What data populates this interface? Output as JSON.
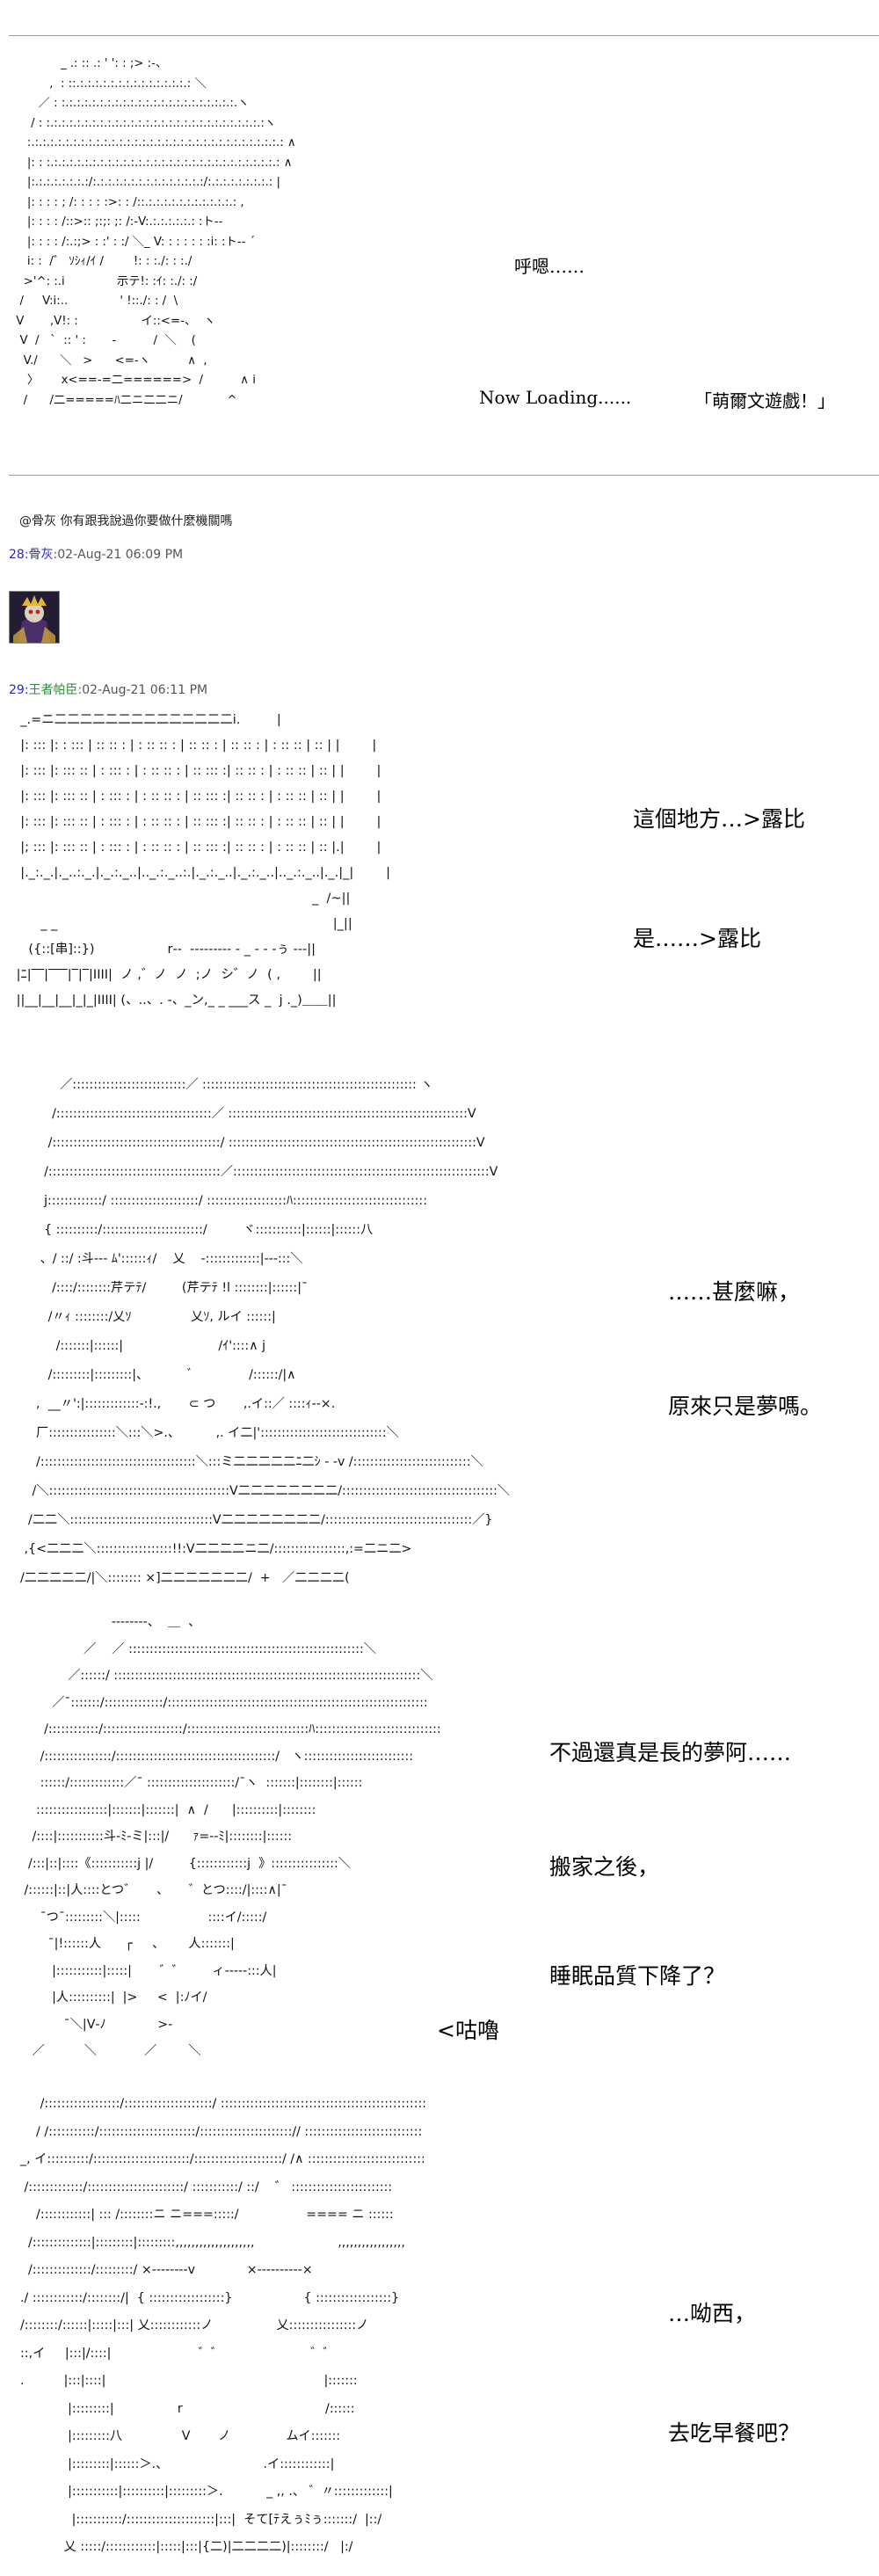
{
  "panels": [
    {
      "captions": [
        "呼嗯……",
        "Now Loading......",
        "「萌爾文遊戲！」"
      ]
    },
    {
      "captions": [
        "這個地方…>露比",
        "是……>露比"
      ]
    },
    {
      "captions": [
        "……甚麼嘛，",
        "原來只是夢嗎。"
      ]
    },
    {
      "captions": [
        "不過還真是長的夢阿……",
        "搬家之後，",
        "睡眠品質下降了？",
        "<咕嚕"
      ]
    },
    {
      "captions": [
        "…呦西，",
        "去吃早餐吧？"
      ]
    }
  ],
  "comment": {
    "text": "@骨灰 你有跟我說過你要做什麼機關嗎"
  },
  "posts": [
    {
      "number": "28:",
      "user": "骨灰",
      "time": ":02-Aug-21 06:09 PM"
    },
    {
      "number": "29:",
      "user": "王者帕臣",
      "time": ":02-Aug-21 06:11 PM"
    }
  ],
  "art": {
    "a1": "             _ .: :: .: ' ': : ;> :-、\n          ,  : ::.:.:.:.:.:.:.:.:.:.:.:.:.:.:.: ＼\n       ／ : :.:.:.:.:.:.:.:.:.:.:.:.:.:.:.:.:.:.:.:.:.:.:.ヽ\n     / : :.:.:.:.:.:.:.:.:.:.:.:.:.:.:.:.:.:.:.:.:.:.:.:.:.:.:.:.:ヽ\n    :.:.:.:.:.:.:.:.:.:.:.:.:.:.:.:.:.:.:.:.:.:.:.:.:.:.:.:.:.:.:.:.:.: ∧\n    |: : :.:.:.:.:.:.:.:.:.:.:.:.:.:.:.:.:.:.:.:.:.:.:.:.:.:.:.:.:.:.: ∧\n    |:.:.:.:.:.:.:.:/:.:.:.:.:.:.:.:.:.:.:.:.:.:.:/:.:.:.:.:.:.:.:.: |\n    |: : : : ; /: : : : :>: : /::.:.:.:.:.:.:.:.:.:.:.:.: ,\n    |: : : : /::>:: ;:;: ;: /:-V:.:.:.:.:.:.: :ト‐‐\n    |: : : : /:.:;> : :' : :/ ＼_ V: : : : : : :i: :ト‐- ´\n    i: :  /゛ ｿｼｨ/ｲ /        !: : :./: : :./\n   >'^: :.i              示テ!: :ｲ: :./: :/\n  /     V:i:..              ' !::./: : /  \\\n V       ,V!: :                 イ::<=‐、  ヽ\n  V  /   `  :: ' :       ‐          /  ＼    (\n   V./      ＼   >      <=-ヽ          ∧  ,\n    〉      x<==-=二======>  /          ∧ i\n   /      /二=====ﾊ二ニ二二ニ/            ^",
    "a2": "  _.=ニ二二二二二二二二二二二二二二i.         |\n  |: ::: |: : ::: | :: :: : | : :: :: : | :: :: : | :: :: : | : :: :: | :: | |        |\n  |: ::: |: ::: :: | : ::: : | : :: :: : | :: ::: :| :: :: : | : :: :: | :: | |        |\n  |: ::: |: ::: :: | : ::: : | : :: :: : | :: ::: :| :: :: : | : :: :: | :: | |        |\n  |: ::: |: ::: :: | : ::: : | : :: :: : | :: ::: :| :: :: : | : :: :: | :: | |        |\n  |; ::: |: ::: :: | : ::: : | : :: :: : | :: ::: :| :: :: : | : :: :: | :: |.|        |\n  |._:._.|._..:._.|._.:._..|.._.:._..:.|._.:._..|._.:._..|.._.:._..|._.|_|        |\n                                                                          _  /~||\n       _ _                                                                    |_||\n    ({::[串]::})                  r‐‐  ‐‐‐‐‐‐‐‐‐ ‐ _ ‐ ‐ ‐ぅ ‐‐‐|| \n |ﾆ|‾‾|‾‾‾|‾|‾|IIII|  ノ ,゛ノ  ノ  ;ノ  シ゛ノ  ( ,        ||\n ||__|__|__|_|_|IIII| (、..、. ‐、_ン,_ _ ___ス _  j ._)＿＿||",
    "a3": "            ／:::::::::::::::::::::::::::／ ::::::::::::::::::::::::::::::::::::::::::::::::::: ヽ\n          /:::::::::::::::::::::::::::::::::::::／ :::::::::::::::::::::::::::::::::::::::::::::::::::::::::V\n         /::::::::::::::::::::::::::::::::::::::::/ :::::::::::::::::::::::::::::::::::::::::::::::::::::::::::V\n        /:::::::::::::::::::::::::::::::::::::::::／:::::::::::::::::::::::::::::::::::::::::::::::::::::::::::::V\n        j:::::::::::::/ :::::::::::::::::::::/ :::::::::::::::::::ﾊ::::::::::::::::::::::::::::::::\n        { ::::::::::/::::::::::::::::::::::::/         ヾ:::::::::::|::::::|::::::八\n       、/ ::/ :斗‐‐‐ ﾑ'::::::ｨ/    乂    ‐:::::::::::::|‐‐‐:::＼\n          /::::/::::::::芹テﾃ/         (芹テﾃ !l ::::::::|::::::|¯\n         /〃ｨ ::::::::/乂ｿ               乂ｿ, ルイ ::::::|\n           /:::::::|::::::|                        /ｲ'::::∧ j\n         /:::::::::|:::::::::|、          ﾞ              /::::::/|∧\n      ,  __〃':|:::::::::::::-:!.,       ⊂ つ       ,.イ::／ ::::ｨ‐‐×.\n      厂::::::::::::::::＼:::＼>.、         ,. イ二|'::::::::::::::::::::::::::::::＼\n      /:::::::::::::::::::::::::::::::::::::＼:::ミ二二二二二ﾆ二ｼ ‐ ‐v /::::::::::::::::::::::::::::＼\n     /＼:::::::::::::::::::::::::::::::::::::::::::V二二二二二二二二/:::::::::::::::::::::::::::::::::::::＼\n    /二二＼::::::::::::::::::::::::::::::::::V二二二二二二二二/:::::::::::::::::::::::::::::::::::／}\n   ,{<二二二＼::::::::::::::::::!!:V二二二二ニ二/:::::::::::::::::,:=二ニ二>\n  /二二二二二/|＼:::::::: ×]二二二二二二二/  +   ／二二二二(",
    "a4": "                         ‐‐‐‐‐‐‐‐、  ＿  、\n                  ／    ／ ::::::::::::::::::::::::::::::::::::::::::::::::::::::::＼\n              ／::::::/ :::::::::::::::::::::::::::::::::::::::::::::::::::::::::::::::::::::::::＼\n          ／¯:::::::/::::::::::::::/::::::::::::::::::::::::::::::::::::::::::::::::::::::::::::::\n        /::::::::::::/:::::::::::::::::::/:::::::::::::::::::::::::::::ﾊ::::::::::::::::::::::::::::::\n       /::::::::::::::::/::::::::::::::::::::::::::::::::::::::/   ヽ::::::::::::::::::::::::::\n       ::::::/:::::::::::::／¯ :::::::::::::::::::::/¯ヽ  :::::::|::::::::|::::::\n      :::::::::::::::::|:::::::|:::::::|  ∧  /      |::::::::::|::::::::\n     /::::|:::::::::::斗‐ﾐ‐ミ|:::|/      ｧ=‐‐ﾐ|::::::::|::::::\n    /:::|::|::::《:::::::::::j |/         {::::::::::::j  》::::::::::::::::＼\n   /::::::|::|人::::とつ゛     、     ゛とつ::::/|::::∧|¯\n       ¯つ¯:::::::::＼|:::::                 ::::イ/:::::/\n         ¯|!::::::人      ┌     、      人:::::::|\n          |:::::::::::|:::::|       ゛゛       ィ‐‐‐‐‐:::人|\n          |人::::::::::|  |>     <  |:ﾉイ/\n             ¯＼|V‐ﾉ             >‐\n     ／          ＼            ／        ＼",
    "a5": "       /::::::::::::::::::/:::::::::::::::::::::/ :::::::::::::::::::::::::::::::::::::::::::::::::\n      / /:::::::::::/:::::::::::::::::::::::/::::::::::::::::::::::// ::::::::::::::::::::::::::::\n  _, イ::::::::::/:::::::::::::::::::::::/:::::::::::::::::::::/ /∧ ::::::::::::::::::::::::::::\n   /:::::::::::::/:::::::::::::::::::::::/ :::::::::::/ ::/    ゛ ::::::::::::::::::::::::\n      /::::::::::::| ::: /::::::::ニ ニ===:::::/                 ==== ニ ::::::\n    /::::::::::::::|:::::::::|:::::::::,,,,,,,,,,,,,,,,,,,,                     ,,,,,,,,,,,,,,,,,\n    /::::::::::::::/:::::::::/ ×‐‐‐‐‐‐‐‐v             ×‐‐‐‐‐‐‐‐‐‐×\n  ./ ::::::::::::/::::::::/|  { ::::::::::::::::::}                  { ::::::::::::::::::}\n  /::::::::/::::::|:::::|:::| 乂::::::::::::ノ                乂::::::::::::::::ノ\n  ::,イ     |:::|/::::|                      ゛゛                      ゛゛\n  .          |:::|::::|                                                       |:::::::\n              |:::::::::|                r                                    /::::::\n              |:::::::::八               V       ノ              ムイ:::::::\n              |:::::::::|::::::＞.、                        .イ::::::::::::|\n              |:::::::::::|::::::::::|:::::::::＞.           _ ,, .、 ゛〃:::::::::::::|\n               |:::::::::::/:::::::::::::::::::::|:::|  そて[ﾃえぅﾐぅ:::::::/  |::/\n             乂 :::::/::::::::::::|:::::|:::|{二)|二二二二)|::::::::/   |:/"
  }
}
